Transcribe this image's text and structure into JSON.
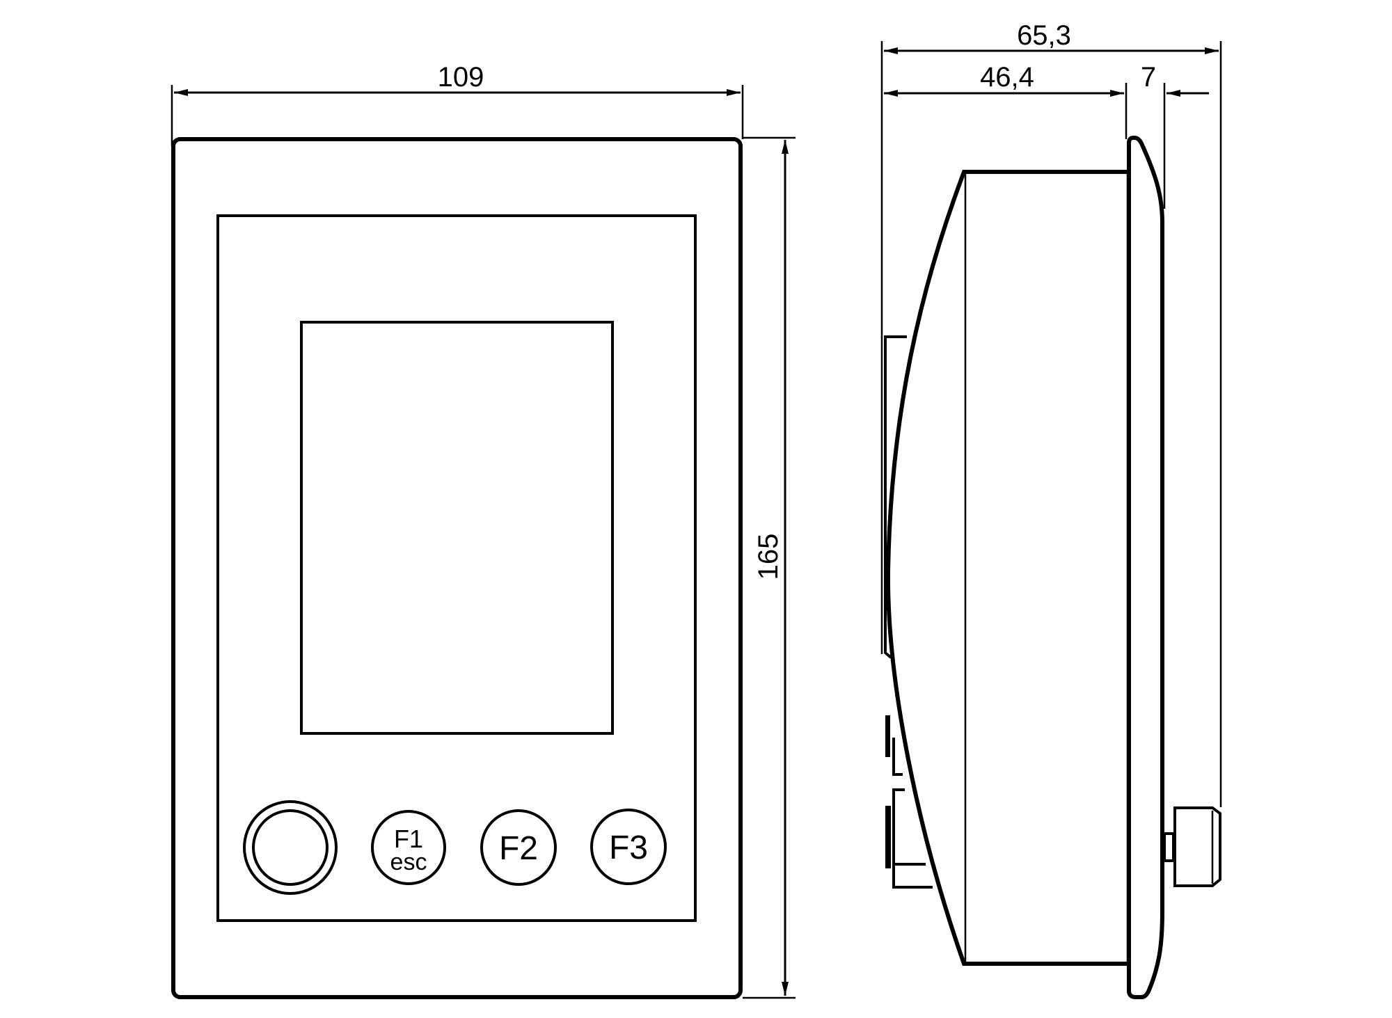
{
  "diagram": {
    "front_view": {
      "width_dimension": "109",
      "height_dimension": "165",
      "keys": [
        {
          "id": "main",
          "label": ""
        },
        {
          "id": "f1",
          "label": "F1",
          "sublabel": "esc"
        },
        {
          "id": "f2",
          "label": "F2"
        },
        {
          "id": "f3",
          "label": "F3"
        }
      ]
    },
    "side_view": {
      "overall_depth_dimension": "65,3",
      "body_depth_dimension": "46,4",
      "flange_dimension": "7"
    },
    "colors": {
      "line": "#000000",
      "background": "#ffffff"
    }
  }
}
